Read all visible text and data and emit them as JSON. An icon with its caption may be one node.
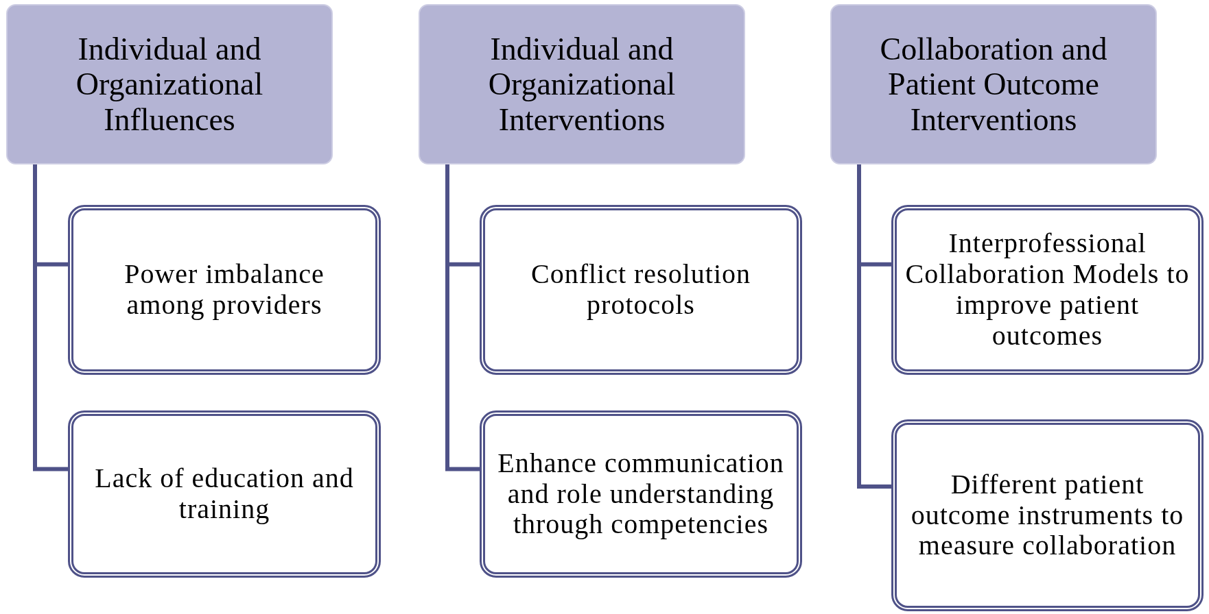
{
  "diagram": {
    "nodes": [
      {
        "text": [
          "Individual and Organizational Influences"
        ]
      },
      {
        "text": [
          "Power imbalance among providers"
        ]
      },
      {
        "text": [
          "Lack of education and training"
        ]
      },
      {
        "text": [
          "Individual and Organizational Interventions"
        ]
      },
      {
        "text": [
          "Conflict resolution protocols"
        ]
      },
      {
        "text": [
          "Enhance communication and  role understanding through competencies"
        ]
      },
      {
        "text": [
          "Collaboration and Patient Outcome Interventions"
        ]
      },
      {
        "text": [
          "Interprofessional Collaboration Models to improve patient outcomes"
        ]
      },
      {
        "text": [
          "Different patient outcome instruments to measure collaboration"
        ]
      }
    ],
    "edges": [
      {
        "from": 0,
        "to": 1,
        "arrow": "none"
      },
      {
        "from": 0,
        "to": 2,
        "arrow": "none"
      },
      {
        "from": 3,
        "to": 4,
        "arrow": "none"
      },
      {
        "from": 3,
        "to": 5,
        "arrow": "none"
      },
      {
        "from": 6,
        "to": 7,
        "arrow": "none"
      },
      {
        "from": 6,
        "to": 8,
        "arrow": "none"
      }
    ]
  }
}
